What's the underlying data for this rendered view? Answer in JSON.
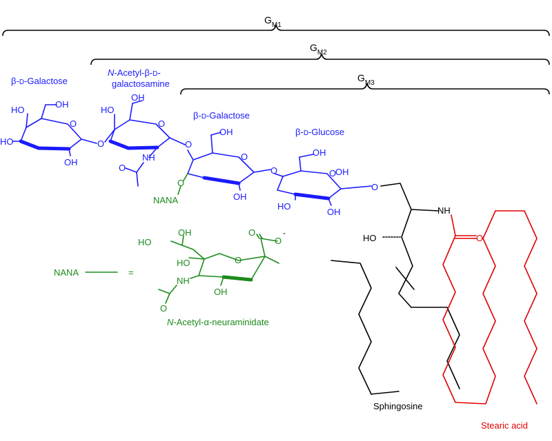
{
  "brackets": {
    "gm1": {
      "main": "G",
      "sub": "M1"
    },
    "gm2": {
      "main": "G",
      "sub": "M2"
    },
    "gm3": {
      "main": "G",
      "sub": "M3"
    }
  },
  "residues": {
    "galactose_terminal": {
      "prefix": "β-",
      "sc": "D",
      "rest": "-Galactose"
    },
    "galnac_line1": {
      "italic": "N",
      "rest": "-Acetyl-β-",
      "sc": "D",
      "tail": "-"
    },
    "galnac_line2": "galactosamine",
    "galactose_inner": {
      "prefix": "β-",
      "sc": "D",
      "rest": "-Galactose"
    },
    "glucose": {
      "prefix": "β-",
      "sc": "D",
      "rest": "-Glucose"
    }
  },
  "atoms": {
    "OH": "OH",
    "HO": "HO",
    "O": "O",
    "NH": "NH",
    "N": "N"
  },
  "nana": {
    "abbr": "NANA",
    "equals": "=",
    "name_italic": "N",
    "name_rest": "-Acetyl-α-neuraminidate",
    "charge": "-"
  },
  "lipids": {
    "sphingosine": "Sphingosine",
    "stearic": "Stearic acid"
  },
  "colors": {
    "sugar": "#1a1aff",
    "nana": "#1b8a1b",
    "stearic": "#e00000",
    "sphingosine": "#000000"
  }
}
